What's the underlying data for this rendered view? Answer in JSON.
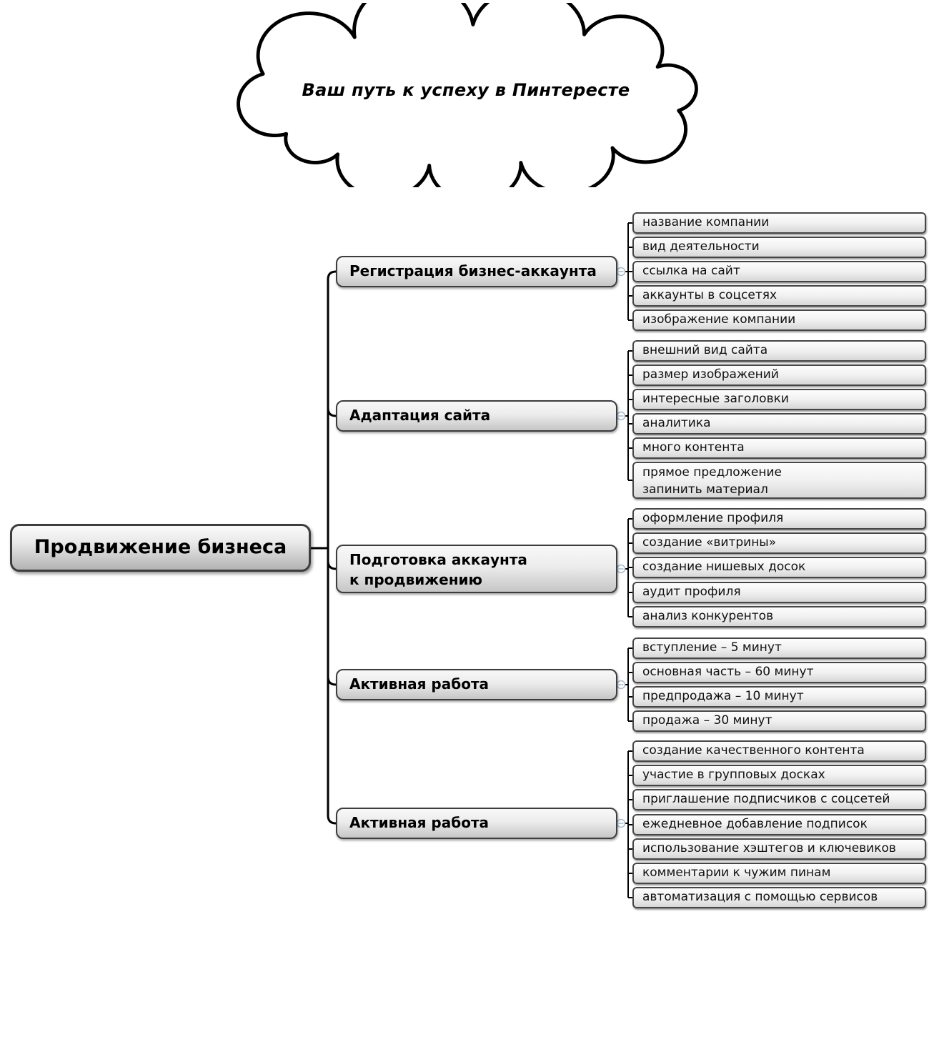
{
  "cloud": {
    "label": "Ваш путь к успеху в Пинтересте"
  },
  "root": {
    "label": "Продвижение бизнеса"
  },
  "branches": [
    {
      "label": "Регистрация бизнес-аккаунта",
      "children": [
        "название компании",
        "вид деятельности",
        "ссылка на сайт",
        "аккаунты в соцсетях",
        "изображение компании"
      ]
    },
    {
      "label": "Адаптация сайта",
      "children": [
        "внешний вид сайта",
        "размер изображений",
        "интересные заголовки",
        "аналитика",
        "много контента",
        "прямое предложение\nзапинить материал"
      ]
    },
    {
      "label": "Подготовка аккаунта\nк продвижению",
      "children": [
        "оформление профиля",
        "создание «витрины»",
        "создание нишевых досок",
        "аудит профиля",
        "анализ конкурентов"
      ]
    },
    {
      "label": "Активная работа",
      "children": [
        "вступление – 5 минут",
        "основная часть – 60 минут",
        "предпродажа – 10 минут",
        "продажа – 30 минут"
      ]
    },
    {
      "label": "Активная работа",
      "children": [
        "создание качественного контента",
        "участие в групповых досках",
        "приглашение подписчиков с соцсетей",
        "ежедневное добавление подписок",
        "использование хэштегов и ключевиков",
        "комментарии к чужим пинам",
        "автоматизация с помощью сервисов"
      ]
    }
  ],
  "colors": {
    "background": "#ffffff",
    "node_border": "#3d3d3d",
    "connector_line": "#000000",
    "collapse_toggle_accent": "#a4bad6",
    "text": "#000000"
  }
}
